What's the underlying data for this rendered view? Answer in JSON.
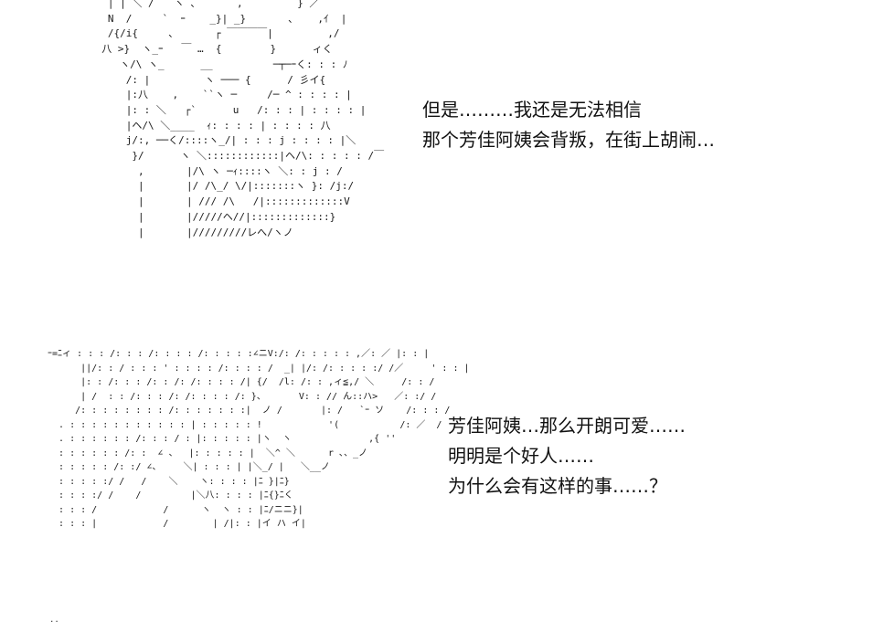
{
  "panel_1": {
    "ascii_art": "   | | ＼ /￣￣ヽ 、      ,         } ／\n   N  /     `  ｰ    _}| _}       ､    ,ｲ  |\n   /{/i{     、      ┌ ￣￣￣￣|         ,/\n  八 >}  ヽ_ｰ   ￣ …  {        }      ィく\n     ヽ/\\ ヽ_      __          ─┬─ｰく: : : ﾉ\n      /: |         ヽ ─── {      / 彡イ{\n      |:八    ,    ``ヽ ─     /─ ^ : : : : |\n      |: : ＼   ┌`      u   /: : : | : : : : |\n      |ヘ/\\ ＼____  ｨ: : : : | : : : : 八\n      j/:, ──く/::::ヽ_/| : : : j : : : : |＼\n       }/      ヽ ＼::::::::::::|ヘ/\\: : : : : /￣\n        ,       |/\\ ヽ ─ｨ::::ヽ ＼: : j : /\n        |       |/ /\\_/ \\/|:::::::ヽ }: /j:/\n        |       | /// /\\   /|:::::::::::::V\n        |       |/////ヘ//|:::::::::::::}\n        |       |/////////レへ/ヽノ",
    "lines": [
      "但是………我还是无法相信",
      "那个芳佳阿姨会背叛，在街上胡闹…"
    ]
  },
  "panel_2": {
    "ascii_art": "ｰ=ﾆィ : : : /: : : /: : : : /: : : : :∠ニV:/: /: : : : : ,／: ／ |: : |\n      ||/: : / : : : ' : : : : /: : : : /  _| |/: /: : : : :/ /／     ' : : |\n      |: : /: : : /: : /: /: : : : /| {/  /l: /: : ,ィ≦,/ ＼     /: : /\n      | /  : : /: : : /: /: : : : /: }、      V: : // ん::ハ>   ／: :/ /\n     /: : : : : : : : /: : : : : : :|  ノ /       |: /   `ｰ ソ    /: : : /\n  . : : : : : : : : : : : | : : : : : !            '(           /: ／  /\n  . : : : : : : /: : : / : |: : : : : |ヽ  ヽ              ,{ ''\n  : : : : : : /: :  ∠ 、  |: : : : : |  ＼^ ＼      r ､、_ノ\n  : : : : : /: :/ ∠、    ＼| : : : | |＼_/ |   ＼__ノ\n  : : : : :/ /   /    ＼    ヽ: : : : |ﾆ }|ﾆ}\n  : : : :/ /    /         |＼八: : : : |ﾆ{}ﾆく\n  : : : /            /      ヽ  ヽ : : |ﾆ/ニニ}|\n  : : : |            /        | /|: : |イ ハ イ|",
    "lines": [
      "芳佳阿姨…那么开朗可爱……",
      "明明是个好人……",
      "为什么会有这样的事……？"
    ]
  },
  "corner_mark": ".."
}
